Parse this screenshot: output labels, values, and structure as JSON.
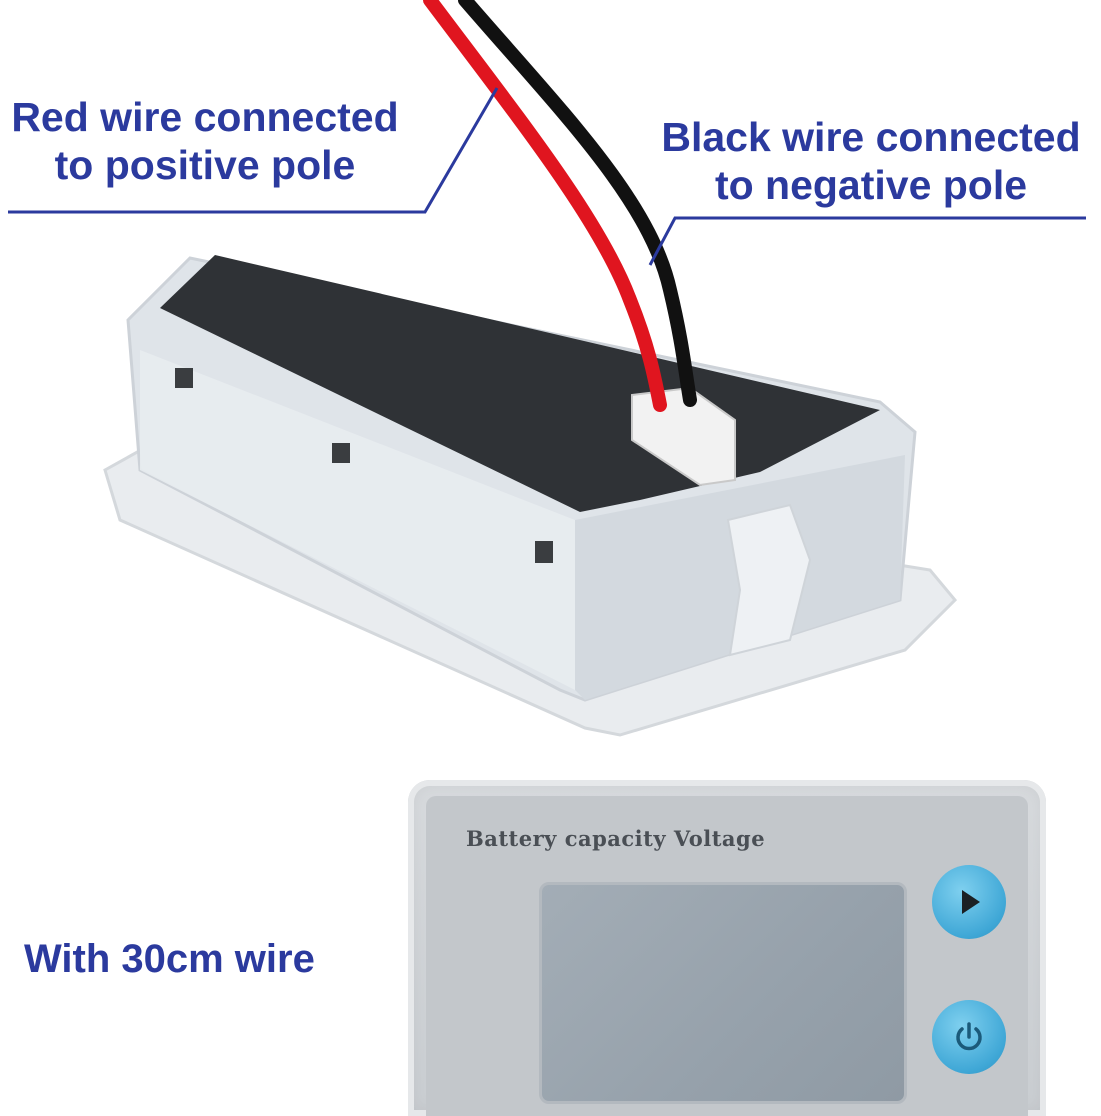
{
  "callouts": {
    "red_wire": [
      "Red wire connected",
      "to positive pole"
    ],
    "black_wire": [
      "Black wire connected",
      "to negative pole"
    ],
    "wire_length": "With 30cm wire"
  },
  "meter": {
    "title": "Battery capacity Voltage"
  },
  "colors": {
    "callout_text": "#2b3a9e",
    "red_wire": "#e0151f",
    "black_wire": "#111111",
    "button": "#3fa7d6"
  },
  "icons": {
    "top_button": "play-icon",
    "bottom_button": "power-icon"
  }
}
